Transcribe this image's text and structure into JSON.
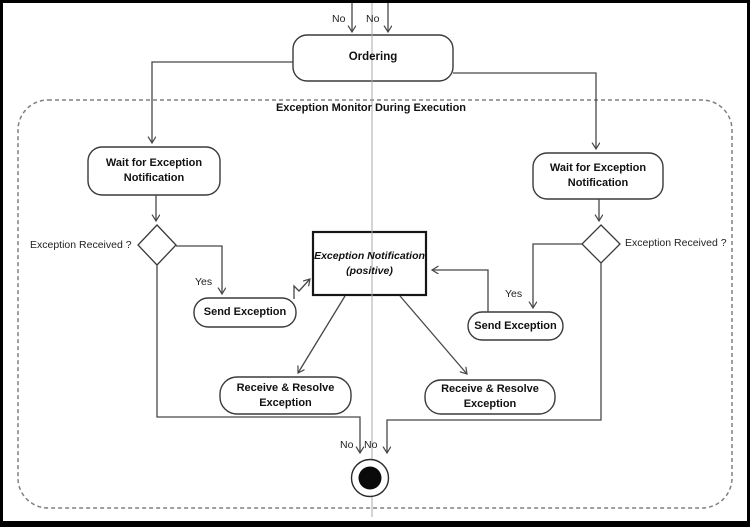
{
  "colors": {
    "line": "#474747",
    "node_border": "#3a3a3a",
    "dashed_container": "#808080",
    "background": "#ffffff",
    "final_node_fill": "#0a0a0a"
  },
  "container": {
    "title": "Exception Monitor During Execution"
  },
  "nodes": {
    "ordering": {
      "label": "Ordering"
    },
    "wait_left": {
      "label": "Wait for Exception Notification"
    },
    "wait_right": {
      "label": "Wait for Exception Notification"
    },
    "send_left": {
      "label": "Send Exception"
    },
    "send_right": {
      "label": "Send Exception"
    },
    "notification": {
      "line1": "Exception Notification",
      "line2": "(positive)"
    },
    "receive_left": {
      "label": "Receive & Resolve Exception"
    },
    "receive_right": {
      "label": "Receive & Resolve Exception"
    }
  },
  "edge_labels": {
    "top_left_no": "No",
    "top_right_no": "No",
    "left_question": "Exception Received ?",
    "right_question": "Exception Received ?",
    "left_yes": "Yes",
    "right_yes": "Yes",
    "bottom_left_no": "No",
    "bottom_right_no": "No"
  }
}
